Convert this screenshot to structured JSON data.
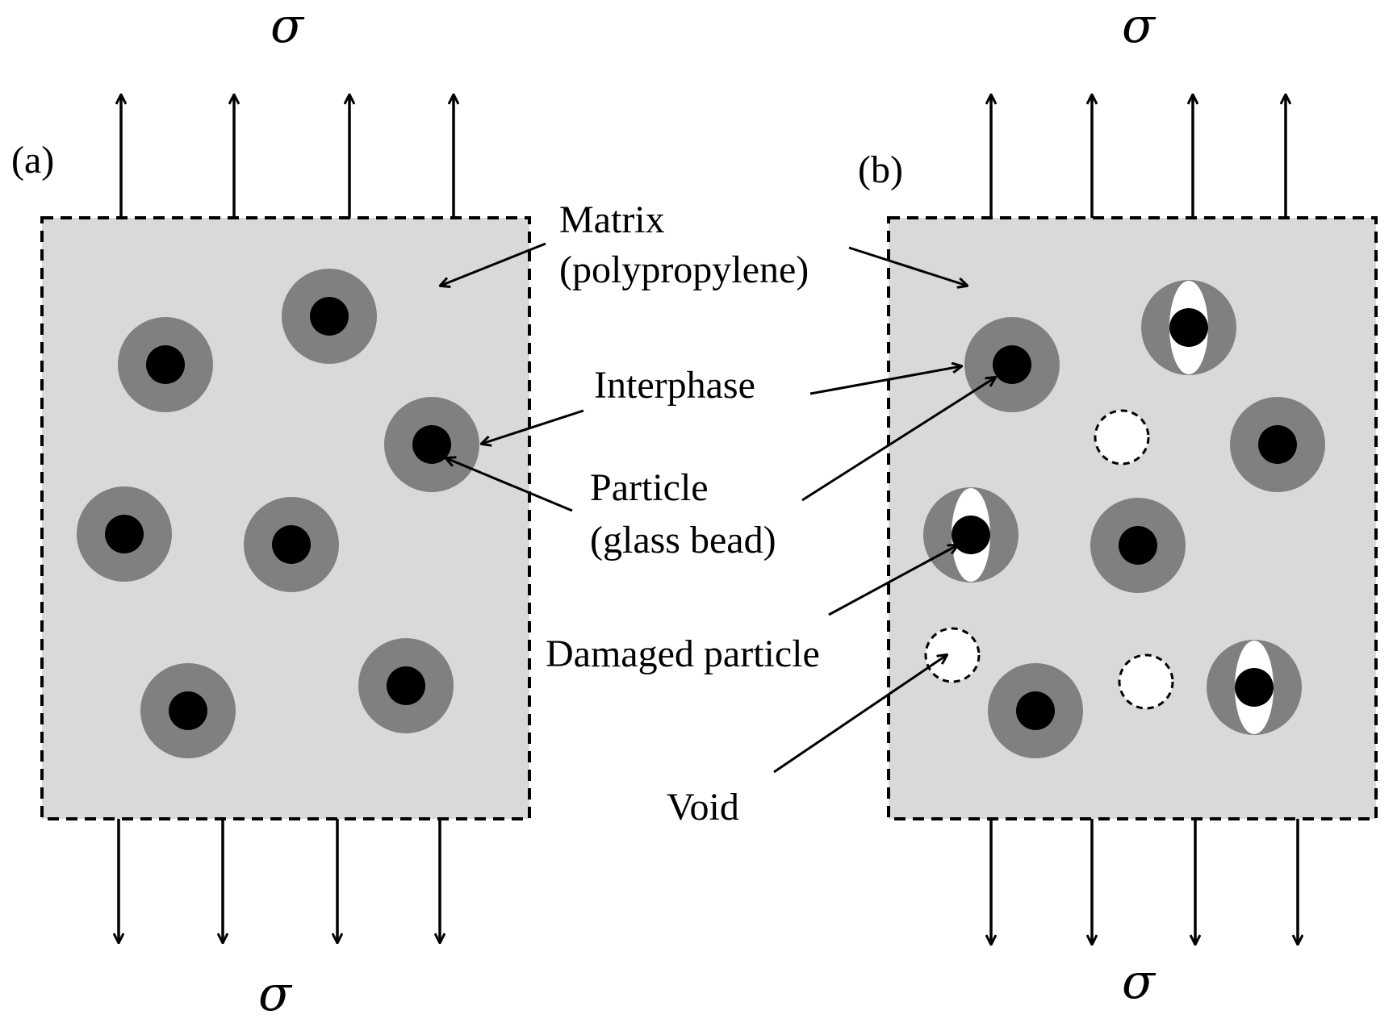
{
  "colors": {
    "matrix": "#d9d9d9",
    "interphase": "#808080",
    "particle": "#000000",
    "void_fill": "#ffffff"
  },
  "panels": {
    "a": {
      "label": "(a)"
    },
    "b": {
      "label": "(b)"
    }
  },
  "stress": {
    "symbol": "σ"
  },
  "labels": {
    "matrix_line1": "Matrix",
    "matrix_line2": "(polypropylene)",
    "interphase": "Interphase",
    "particle_line1": "Particle",
    "particle_line2": "(glass bead)",
    "damaged_particle": "Damaged particle",
    "void": "Void"
  }
}
